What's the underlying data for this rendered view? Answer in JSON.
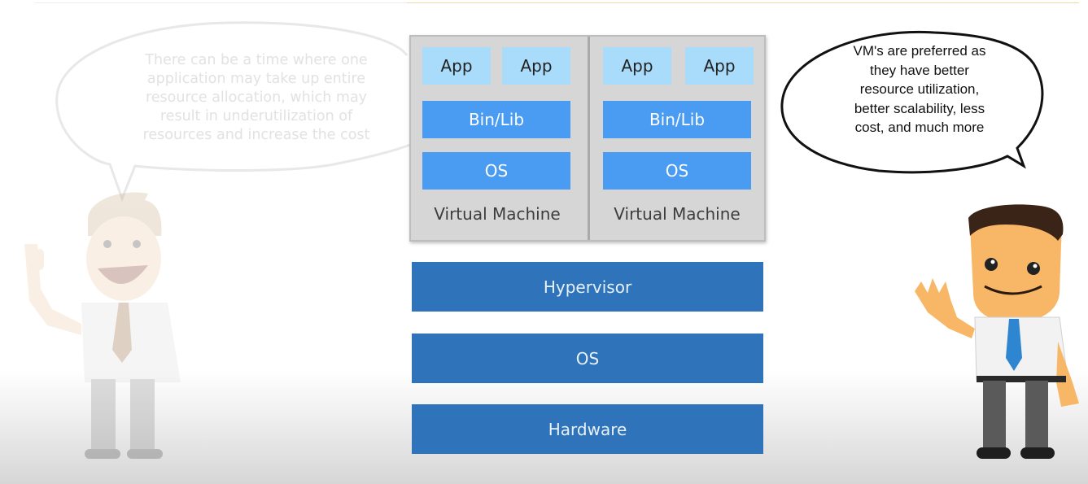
{
  "diagram": {
    "vms": [
      {
        "apps": [
          "App",
          "App"
        ],
        "binlib": "Bin/Lib",
        "os": "OS",
        "label": "Virtual Machine"
      },
      {
        "apps": [
          "App",
          "App"
        ],
        "binlib": "Bin/Lib",
        "os": "OS",
        "label": "Virtual Machine"
      }
    ],
    "layers": {
      "hypervisor": "Hypervisor",
      "host_os": "OS",
      "hardware": "Hardware"
    }
  },
  "bubbles": {
    "left": {
      "lines": [
        "There can be a time where one",
        "application may take up entire",
        "resource allocation, which may",
        "result in underutilization of",
        "resources and increase the cost"
      ]
    },
    "right": {
      "lines": [
        "VM's are preferred as",
        "they have better",
        "resource utilization,",
        "better scalability, less",
        "cost, and much more"
      ]
    }
  },
  "colors": {
    "app": "#a9dcfb",
    "vm_layer": "#4a9cf3",
    "host_layer": "#2f74ba",
    "panel": "#d6d6d6"
  }
}
